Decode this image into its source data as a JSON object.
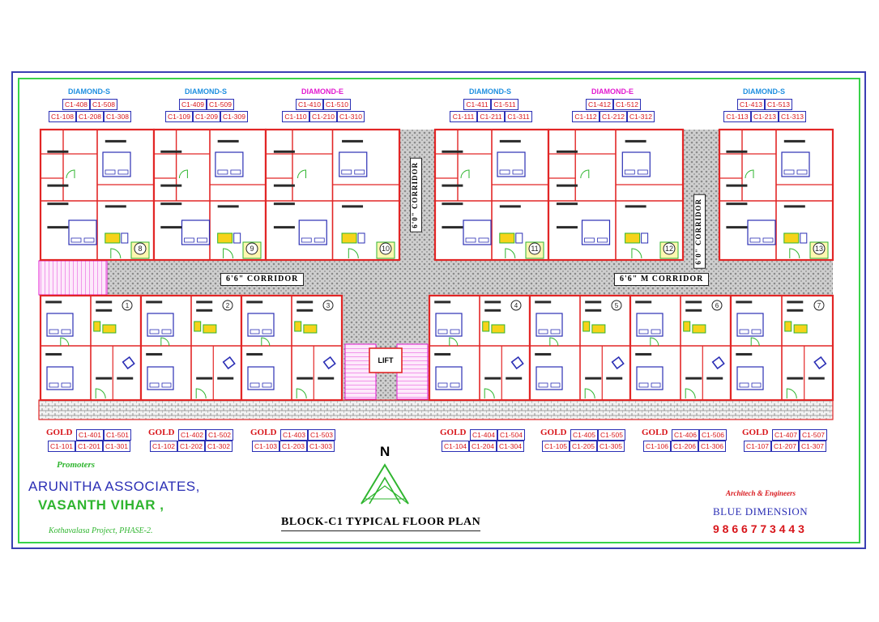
{
  "colors": {
    "blue_text": "#2b2fb5",
    "cyan_text": "#1e8fe0",
    "magenta_text": "#e21ad0",
    "red_text": "#d8161b",
    "green_text": "#2fb52f",
    "wall_red": "#e22626",
    "frame_blue": "#3a3fb3",
    "frame_green": "#39d24a"
  },
  "top_units": [
    {
      "type": "DIAMOND-S",
      "color": "cyan",
      "top_row": [
        "C1-408",
        "C1-508"
      ],
      "bottom_row": [
        "C1-108",
        "C1-208",
        "C1-308"
      ]
    },
    {
      "type": "DIAMOND-S",
      "color": "cyan",
      "top_row": [
        "C1-409",
        "C1-509"
      ],
      "bottom_row": [
        "C1-109",
        "C1-209",
        "C1-309"
      ]
    },
    {
      "type": "DIAMOND-E",
      "color": "magenta",
      "top_row": [
        "C1-410",
        "C1-510"
      ],
      "bottom_row": [
        "C1-110",
        "C1-210",
        "C1-310"
      ]
    },
    {
      "type": "DIAMOND-S",
      "color": "cyan",
      "top_row": [
        "C1-411",
        "C1-511"
      ],
      "bottom_row": [
        "C1-111",
        "C1-211",
        "C1-311"
      ]
    },
    {
      "type": "DIAMOND-E",
      "color": "magenta",
      "top_row": [
        "C1-412",
        "C1-512"
      ],
      "bottom_row": [
        "C1-112",
        "C1-212",
        "C1-312"
      ]
    },
    {
      "type": "DIAMOND-S",
      "color": "cyan",
      "top_row": [
        "C1-413",
        "C1-513"
      ],
      "bottom_row": [
        "C1-113",
        "C1-213",
        "C1-313"
      ]
    }
  ],
  "bottom_units": [
    {
      "type": "GOLD",
      "top_row": [
        "C1-401",
        "C1-501"
      ],
      "bottom_row": [
        "C1-101",
        "C1-201",
        "C1-301"
      ]
    },
    {
      "type": "GOLD",
      "top_row": [
        "C1-402",
        "C1-502"
      ],
      "bottom_row": [
        "C1-102",
        "C1-202",
        "C1-302"
      ]
    },
    {
      "type": "GOLD",
      "top_row": [
        "C1-403",
        "C1-503"
      ],
      "bottom_row": [
        "C1-103",
        "C1-203",
        "C1-303"
      ]
    },
    {
      "type": "GOLD",
      "top_row": [
        "C1-404",
        "C1-504"
      ],
      "bottom_row": [
        "C1-104",
        "C1-204",
        "C1-304"
      ]
    },
    {
      "type": "GOLD",
      "top_row": [
        "C1-405",
        "C1-505"
      ],
      "bottom_row": [
        "C1-105",
        "C1-205",
        "C1-305"
      ]
    },
    {
      "type": "GOLD",
      "top_row": [
        "C1-406",
        "C1-506"
      ],
      "bottom_row": [
        "C1-106",
        "C1-206",
        "C1-306"
      ]
    },
    {
      "type": "GOLD",
      "top_row": [
        "C1-407",
        "C1-507"
      ],
      "bottom_row": [
        "C1-107",
        "C1-207",
        "C1-307"
      ]
    }
  ],
  "plan_labels": {
    "corridor_left": "6'6\" CORRIDOR",
    "corridor_right": "6'6\" M CORRIDOR",
    "vertical_corridor": "6'0\" CORRIDOR",
    "lift": "LIFT",
    "top_flat_numbers": [
      "8",
      "9",
      "10",
      "11",
      "12",
      "13"
    ],
    "bottom_flat_numbers": [
      "1",
      "2",
      "3",
      "4",
      "5",
      "6",
      "7"
    ]
  },
  "footer": {
    "promoters_label": "Promoters",
    "company": "ARUNITHA ASSOCIATES,",
    "project": "VASANTH VIHAR ,",
    "subproject": "Kothavalasa Project, PHASE-2.",
    "north": "N",
    "title": "BLOCK-C1  TYPICAL FLOOR PLAN",
    "architect_label": "Architech & Engineers",
    "architect_name": "BLUE DIMENSION",
    "phone": "9 8 6 6 7 7 3 4 4 3"
  }
}
